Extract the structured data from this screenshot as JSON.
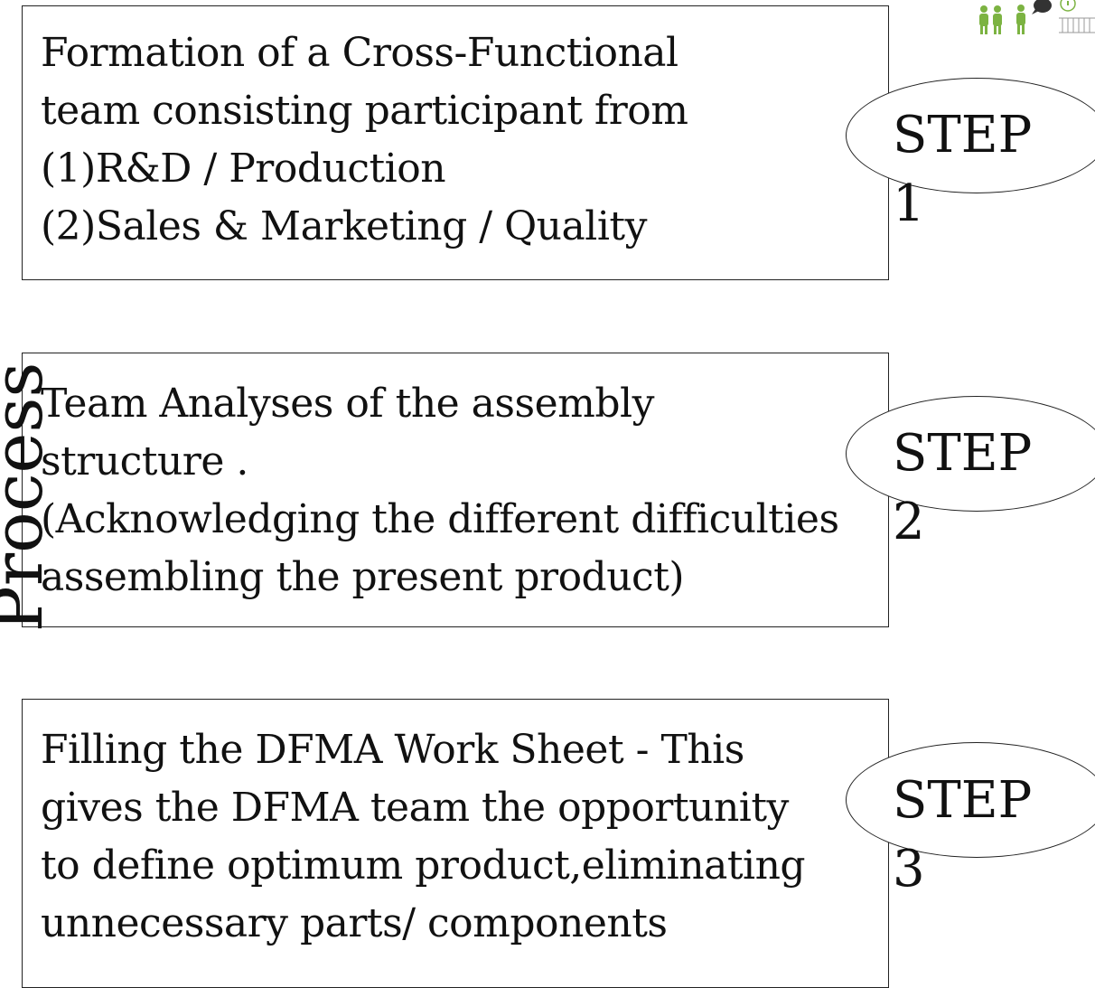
{
  "side_label": "Process",
  "steps": [
    {
      "badge": "STEP 1",
      "lines": [
        "Formation of a Cross-Functional",
        "team consisting participant from",
        "(1)R&D / Production",
        "(2)Sales & Marketing / Quality"
      ]
    },
    {
      "badge": "STEP 2",
      "lines": [
        "Team Analyses of the assembly",
        "structure .",
        "(Acknowledging the different difficulties",
        "assembling the present product)"
      ]
    },
    {
      "badge": "STEP 3",
      "lines": [
        "Filling the DFMA Work Sheet - This",
        "gives the DFMA team the opportunity",
        "to define optimum product,eliminating",
        "unnecessary parts/ components"
      ]
    }
  ],
  "logo": {
    "icon": "people-meeting-icon",
    "accent_color": "#7cb342"
  }
}
